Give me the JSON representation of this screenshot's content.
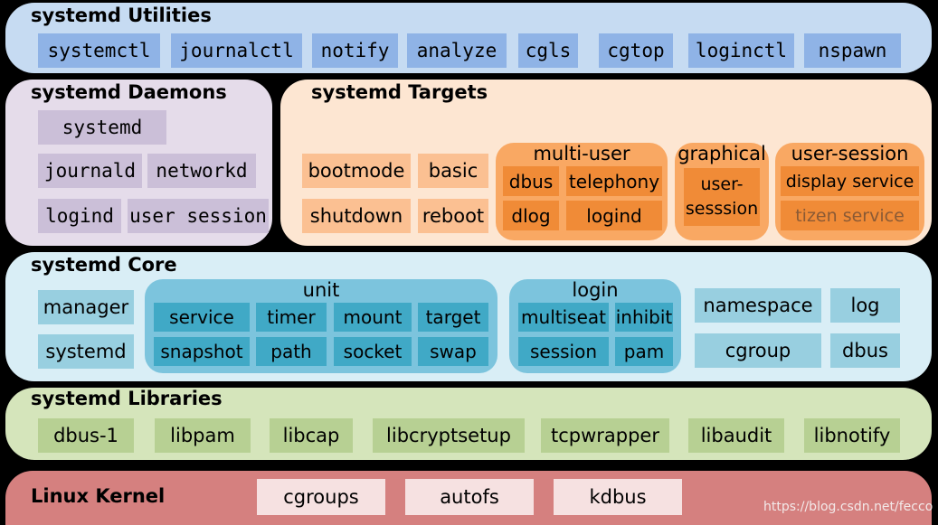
{
  "utilities": {
    "title": "systemd Utilities",
    "items": [
      "systemctl",
      "journalctl",
      "notify",
      "analyze",
      "cgls",
      "cgtop",
      "loginctl",
      "nspawn"
    ]
  },
  "daemons": {
    "title": "systemd Daemons",
    "items": [
      "systemd",
      "journald",
      "networkd",
      "logind",
      "user session"
    ]
  },
  "targets": {
    "title": "systemd Targets",
    "items": [
      "bootmode",
      "basic",
      "shutdown",
      "reboot"
    ],
    "multi_user": {
      "title": "multi-user",
      "items": [
        "dbus",
        "telephony",
        "dlog",
        "logind"
      ]
    },
    "graphical": {
      "title": "graphical",
      "item": "user-\nsesssion"
    },
    "user_session": {
      "title": "user-session",
      "items": [
        "display service",
        "tizen service"
      ]
    }
  },
  "core": {
    "title": "systemd Core",
    "left": [
      "manager",
      "systemd"
    ],
    "unit": {
      "title": "unit",
      "items": [
        "service",
        "timer",
        "mount",
        "target",
        "snapshot",
        "path",
        "socket",
        "swap"
      ]
    },
    "login": {
      "title": "login",
      "items": [
        "multiseat",
        "inhibit",
        "session",
        "pam"
      ]
    },
    "right": [
      "namespace",
      "log",
      "cgroup",
      "dbus"
    ]
  },
  "libraries": {
    "title": "systemd Libraries",
    "items": [
      "dbus-1",
      "libpam",
      "libcap",
      "libcryptsetup",
      "tcpwrapper",
      "libaudit",
      "libnotify"
    ]
  },
  "kernel": {
    "title": "Linux Kernel",
    "items": [
      "cgroups",
      "autofs",
      "kdbus"
    ]
  },
  "watermark": "https://blog.csdn.net/fecco",
  "colors": {
    "utilities_bg": "#c6dbf2",
    "utilities_box": "#8fb3e6",
    "daemons_bg": "#e5dcea",
    "daemons_box": "#cbbfd8",
    "targets_bg": "#fde6d2",
    "targets_box": "#fbc092",
    "targets_sub": "#f9a863",
    "targets_sub_box": "#f08b37",
    "core_bg": "#d9eef6",
    "core_box": "#98cfe0",
    "core_sub": "#7cc4dd",
    "core_sub_box": "#40a9c6",
    "libraries_bg": "#d5e5bb",
    "libraries_box": "#b7d093",
    "kernel_bg": "#d5807f",
    "kernel_box": "#f6e1e1"
  }
}
